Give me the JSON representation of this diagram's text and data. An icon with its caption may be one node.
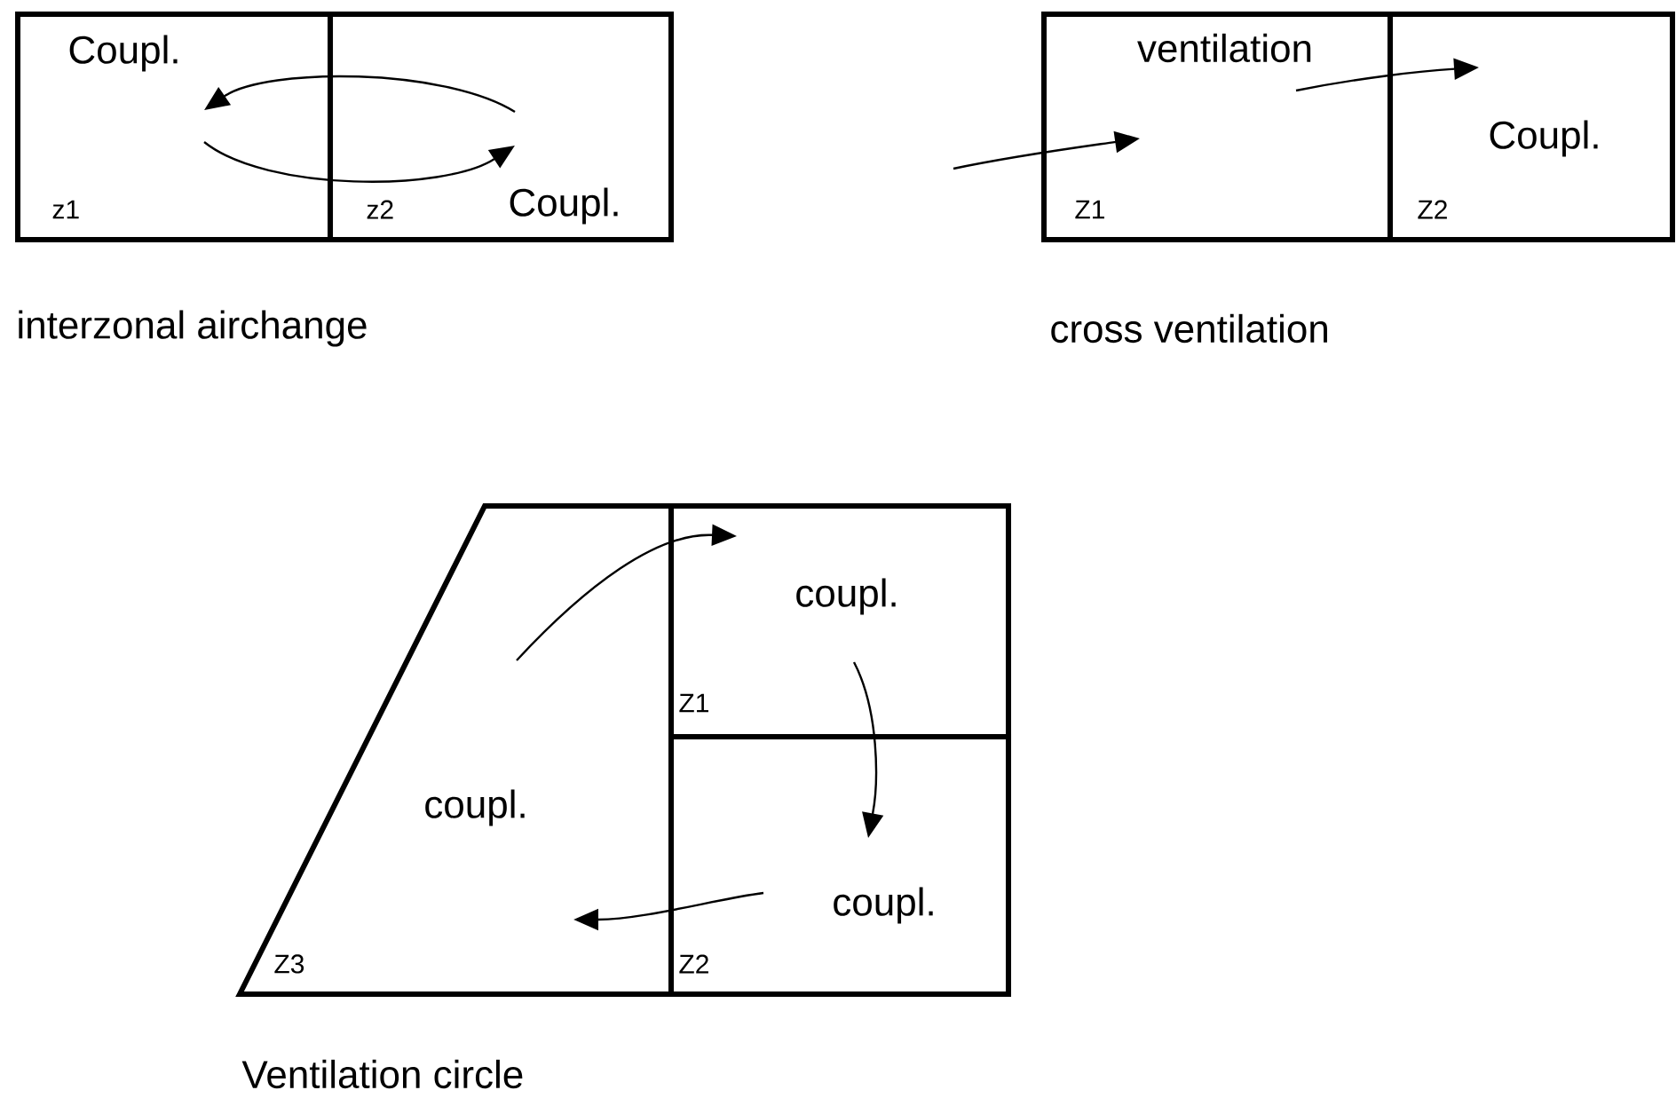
{
  "diagram": {
    "nodes": [
      {
        "text": [
          "Coupl.",
          "z1"
        ]
      },
      {
        "text": [
          "z2",
          "Coupl."
        ]
      },
      {
        "text": [
          "ventilation",
          "Z1"
        ]
      },
      {
        "text": [
          "Coupl.",
          "Z2"
        ]
      },
      {
        "text": [
          "coupl.",
          "Z3"
        ]
      },
      {
        "text": [
          "coupl.",
          "Z1"
        ]
      },
      {
        "text": [
          "coupl.",
          "Z2"
        ]
      }
    ],
    "edges": [
      {
        "from": 1,
        "to": 0,
        "arrow": "to"
      },
      {
        "from": 0,
        "to": 1,
        "arrow": "to"
      },
      {
        "from": null,
        "to": 2,
        "arrow": "to"
      },
      {
        "from": 2,
        "to": 3,
        "arrow": "to"
      },
      {
        "from": 4,
        "to": 5,
        "arrow": "to"
      },
      {
        "from": 5,
        "to": 6,
        "arrow": "to"
      },
      {
        "from": 6,
        "to": 4,
        "arrow": "to"
      }
    ],
    "labels": [
      "interzonal airchange",
      "cross ventilation",
      "Ventilation circle"
    ]
  }
}
